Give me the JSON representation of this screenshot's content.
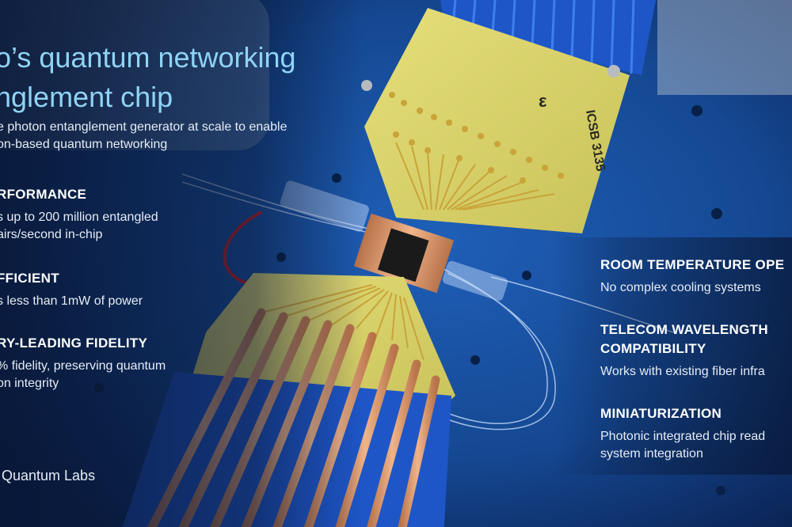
{
  "title": {
    "line1": "o’s quantum networking",
    "line2": "nglement chip"
  },
  "subtitle": {
    "line1": "e photon entanglement generator at scale to enable",
    "line2": "on-based quantum networking"
  },
  "left_features": [
    {
      "heading": "RFORMANCE",
      "lines": [
        "s up to 200 million entangled",
        "airs/second in-chip"
      ]
    },
    {
      "heading": "FFICIENT",
      "lines": [
        "s less than 1mW of power"
      ]
    },
    {
      "heading": "RY-LEADING FIDELITY",
      "lines": [
        "% fidelity, preserving quantum",
        "on integrity"
      ]
    }
  ],
  "right_features": [
    {
      "heading_lines": [
        "ROOM TEMPERATURE OPE"
      ],
      "lines": [
        "No complex cooling systems"
      ]
    },
    {
      "heading_lines": [
        "TELECOM WAVELENGTH",
        "COMPATIBILITY"
      ],
      "lines": [
        "Works with existing fiber infra"
      ]
    },
    {
      "heading_lines": [
        "MINIATURIZATION"
      ],
      "lines": [
        "Photonic integrated chip read",
        "system integration"
      ]
    }
  ],
  "brand": "Quantum Labs",
  "board_label": {
    "line1": "ICSB 3135",
    "mark": "ε"
  },
  "colors": {
    "title": "#8fd3f5",
    "background": "#0d2a5c",
    "board": "#d9d36a",
    "gold": "#c9a43a",
    "copper": "#d98a5c"
  }
}
